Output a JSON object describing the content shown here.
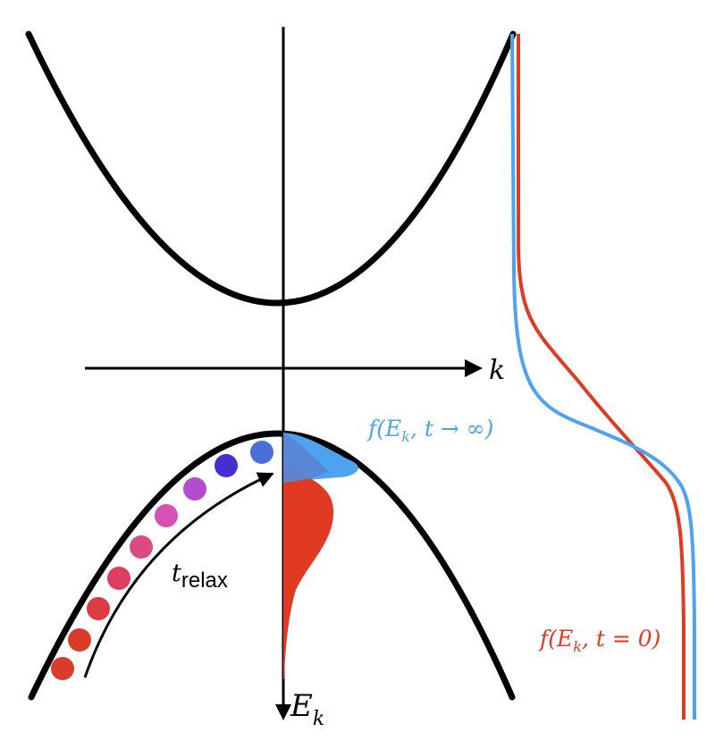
{
  "labels": {
    "k_axis": "k",
    "energy_axis_main": "E",
    "energy_axis_sub": "k",
    "relax_main": "t",
    "relax_sub": "relax",
    "f_final_pre": "f(E",
    "f_final_sub": "k",
    "f_final_post": ", t → ∞)",
    "f_initial_pre": "f(E",
    "f_initial_sub": "k",
    "f_initial_post": ", t = 0)"
  },
  "colors": {
    "band": "#000000",
    "final_distribution": "#4da3f0",
    "initial_distribution": "#e03a22",
    "dots": [
      "#dc3a2a",
      "#dc3a2a",
      "#dc3a45",
      "#de3d5e",
      "#dd4a82",
      "#d650b6",
      "#b54bcf",
      "#8a3ed6",
      "#4330d0",
      "#4a6fd8",
      "#4da3f0"
    ]
  }
}
